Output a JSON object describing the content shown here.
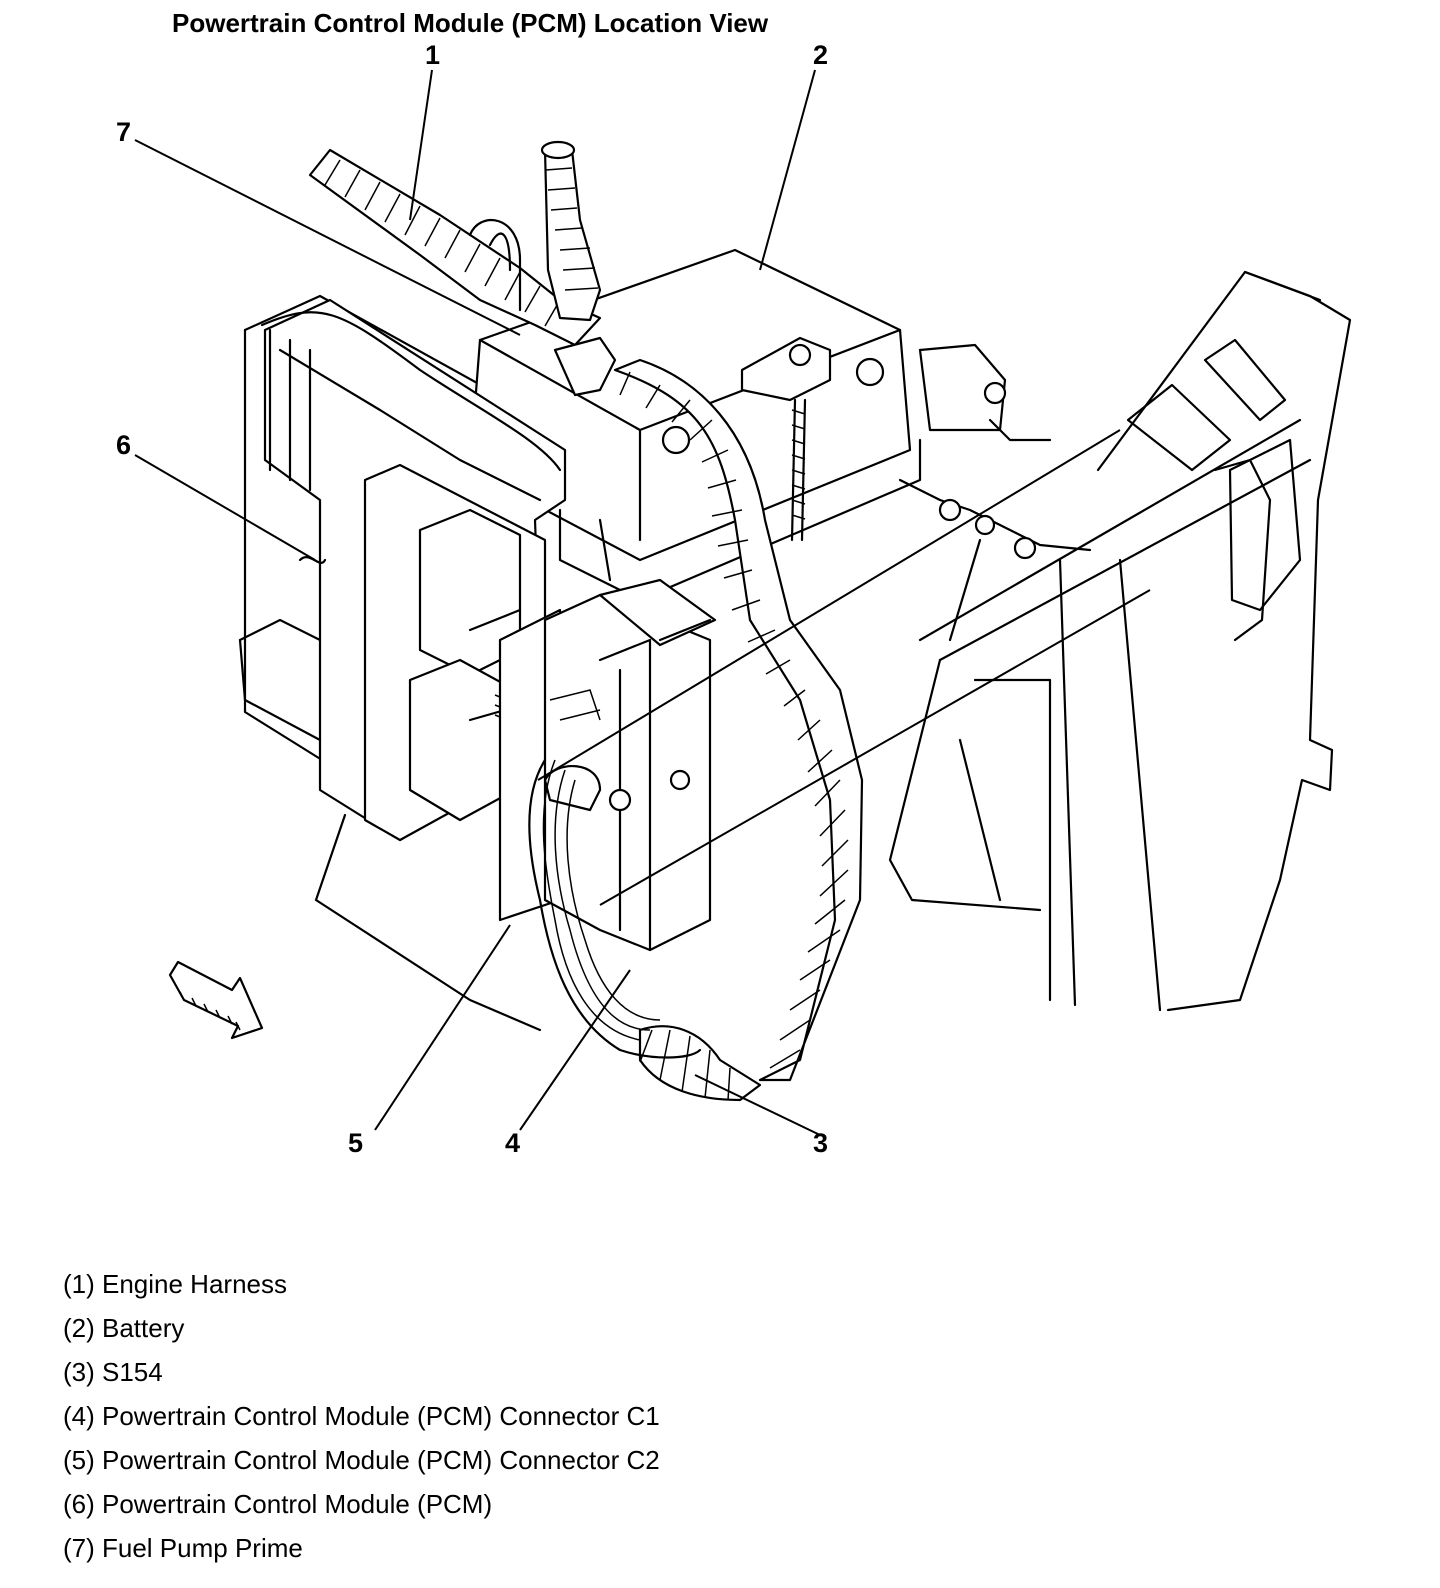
{
  "title": "Powertrain Control Module (PCM) Location View",
  "callouts": [
    "1",
    "2",
    "3",
    "4",
    "5",
    "6",
    "7"
  ],
  "legend": [
    "(1) Engine Harness",
    "(2) Battery",
    "(3) S154",
    "(4) Powertrain Control Module (PCM) Connector C1",
    "(5) Powertrain Control Module (PCM) Connector C2",
    "(6) Powertrain Control Module (PCM)",
    "(7) Fuel Pump Prime"
  ]
}
